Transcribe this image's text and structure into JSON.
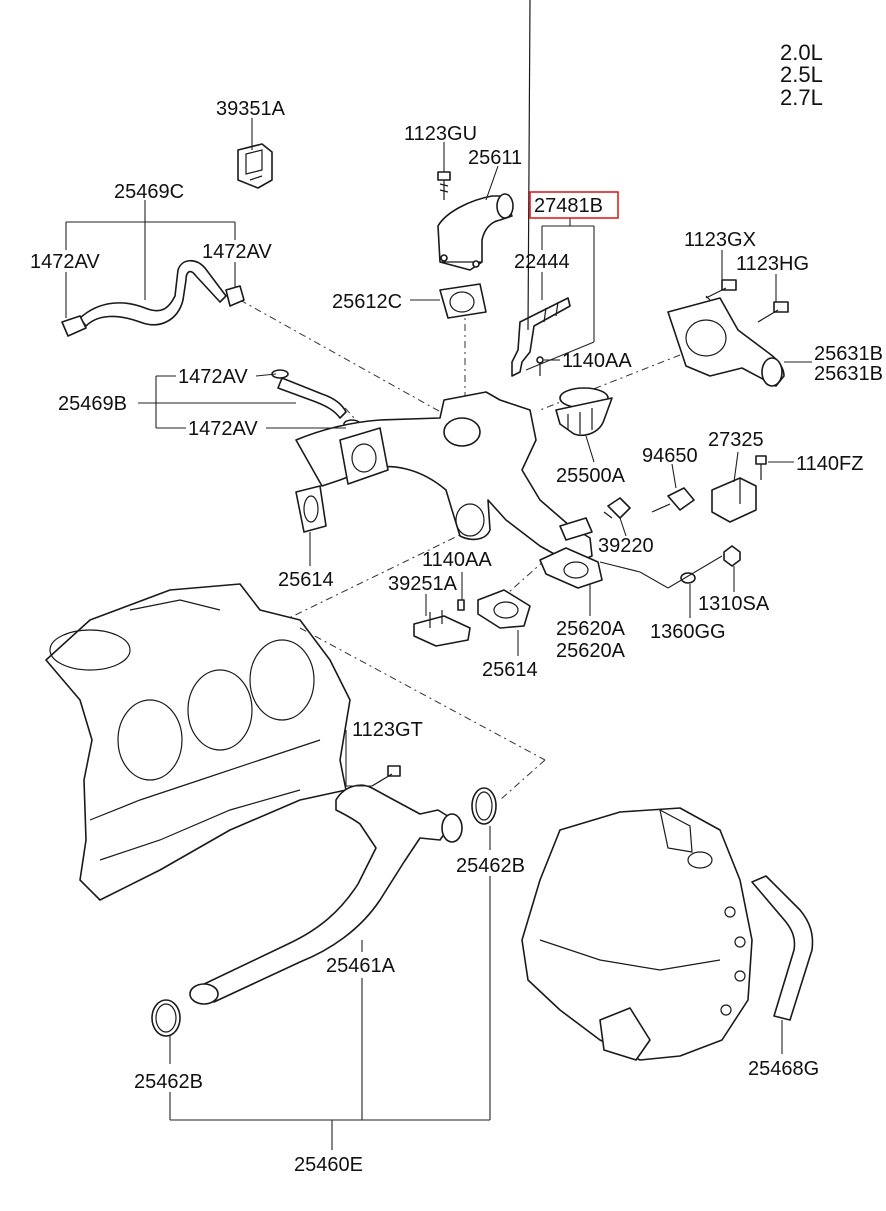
{
  "engine_variants": [
    "2.0L",
    "2.5L",
    "2.7L"
  ],
  "highlighted_part": "27481B",
  "parts": {
    "p39351A": "39351A",
    "p1123GU": "1123GU",
    "p25611": "25611",
    "p27481B": "27481B",
    "p25469C": "25469C",
    "p1472AV_a": "1472AV",
    "p1472AV_b": "1472AV",
    "p22444": "22444",
    "p1123GX": "1123GX",
    "p1123HG": "1123HG",
    "p25612C": "25612C",
    "p25631B_a": "25631B",
    "p25631B_b": "25631B",
    "p1140AA_a": "1140AA",
    "p1472AV_c": "1472AV",
    "p25469B": "25469B",
    "p1472AV_d": "1472AV",
    "p94650": "94650",
    "p27325": "27325",
    "p1140FZ": "1140FZ",
    "p25500A": "25500A",
    "p39220": "39220",
    "p1140AA_b": "1140AA",
    "p39251A": "39251A",
    "p25614_a": "25614",
    "p1310SA": "1310SA",
    "p25620A_a": "25620A",
    "p1360GG": "1360GG",
    "p25620A_b": "25620A",
    "p25614_b": "25614",
    "p1123GT": "1123GT",
    "p25462B_a": "25462B",
    "p25461A": "25461A",
    "p25462B_b": "25462B",
    "p25468G": "25468G",
    "p25460E": "25460E"
  }
}
